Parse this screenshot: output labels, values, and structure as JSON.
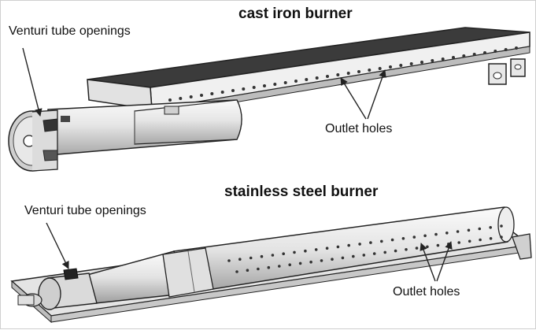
{
  "sections": [
    {
      "title": "cast iron burner",
      "venturi_label": "Venturi tube openings",
      "outlet_label": "Outlet holes"
    },
    {
      "title": "stainless steel burner",
      "venturi_label": "Venturi tube openings",
      "outlet_label": "Outlet holes"
    }
  ],
  "colors": {
    "line": "#222222",
    "metal_light": "#f2f2f2",
    "metal_mid": "#d4d4d4",
    "metal_dark": "#8a8a8a",
    "top_plate": "#3b3b3b"
  }
}
